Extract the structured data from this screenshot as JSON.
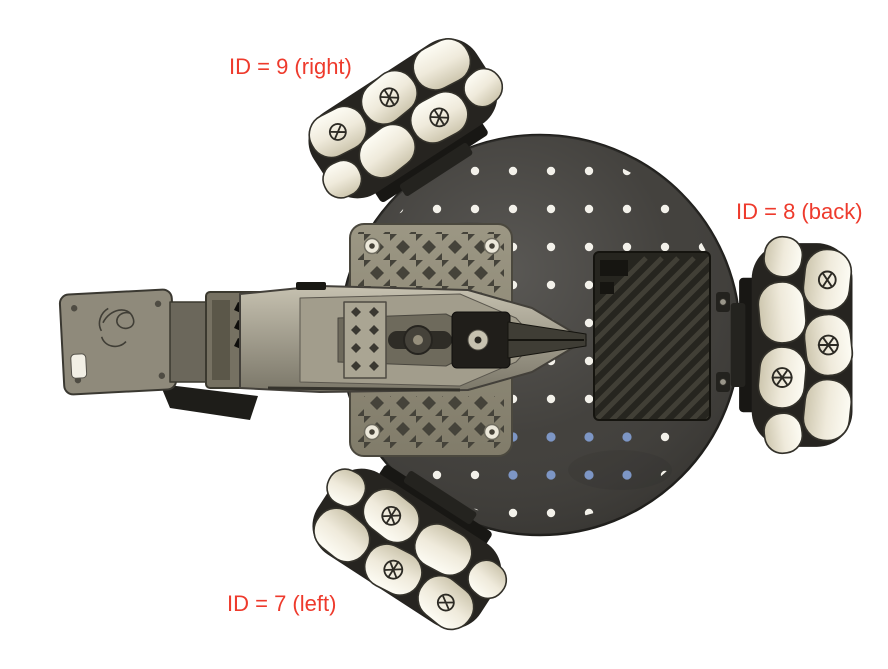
{
  "diagram": {
    "labels": [
      {
        "text": "ID = 9 (right)",
        "wheel_position": "top-left",
        "motor_id": 9
      },
      {
        "text": "ID = 8 (back)",
        "wheel_position": "right",
        "motor_id": 8
      },
      {
        "text": "ID = 7 (left)",
        "wheel_position": "bottom-left",
        "motor_id": 7
      }
    ],
    "colors": {
      "annotation": "#ee3a2c",
      "base_plate": "#3a3834",
      "wheel_roller": "#f0ecdd",
      "arm_gray": "#938e7e",
      "background": "#ffffff"
    }
  }
}
